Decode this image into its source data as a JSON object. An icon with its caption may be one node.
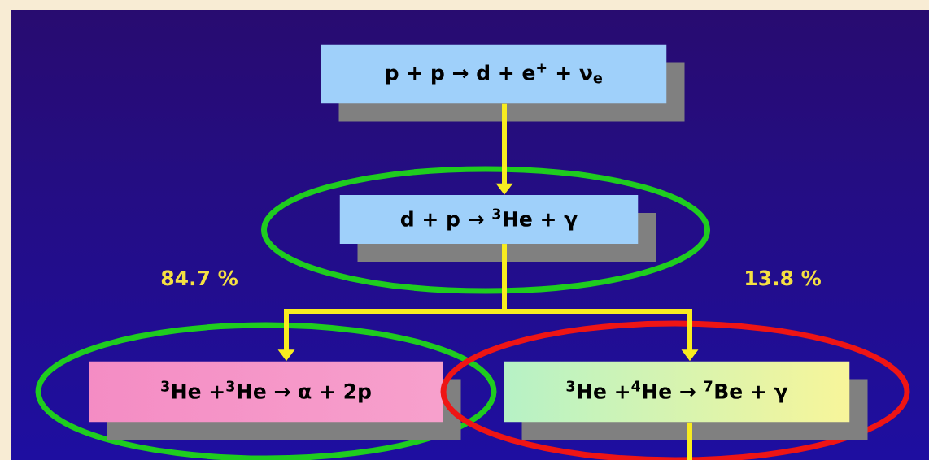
{
  "diagram": {
    "nodes": [
      {
        "text": [
          "p + p → d + e$^{+}$ + ν$_{e}$"
        ]
      },
      {
        "text": [],
        "shape": "ellipse"
      },
      {
        "text": [
          "d + p → $^{3}$He + γ"
        ],
        "in": 1
      },
      {
        "text": [],
        "shape": "ellipse"
      },
      {
        "text": [
          "$^{3}$He +$^{3}$He → α + 2p"
        ],
        "in": 3
      },
      {
        "text": [],
        "shape": "ellipse"
      },
      {
        "text": [
          "$^{3}$He +$^{4}$He → $^{7}$Be + γ"
        ],
        "in": 5
      }
    ],
    "edges": [
      {
        "from": 0,
        "to": 2,
        "arrow": "to"
      },
      {
        "from": 2,
        "to": 4,
        "arrow": "to"
      },
      {
        "from": 2,
        "to": 6,
        "arrow": "to"
      },
      {
        "from": 6,
        "to": null,
        "arrow": "none"
      }
    ],
    "labels": [
      "84.7 %",
      "13.8 %"
    ]
  }
}
